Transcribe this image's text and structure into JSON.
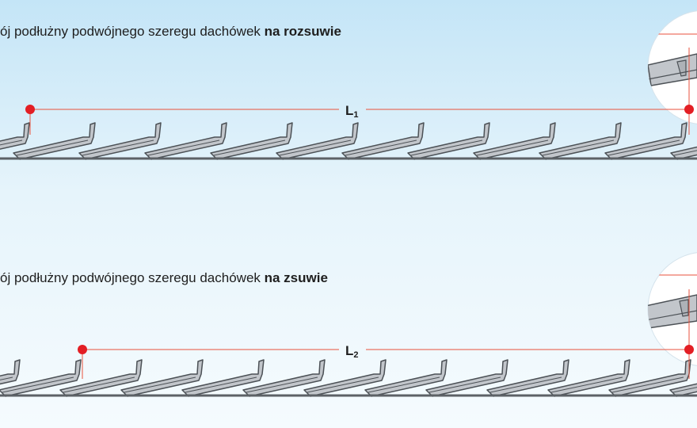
{
  "captions": {
    "top_text": "ój podłużny podwójnego szeregu dachówek ",
    "top_bold": "na rozsuwie",
    "bottom_text": "ój podłużny podwójnego szeregu dachówek ",
    "bottom_bold": "na zsuwie"
  },
  "dimensions": {
    "top": {
      "letter": "L",
      "index": "1"
    },
    "bottom": {
      "letter": "L",
      "index": "2"
    }
  },
  "colors": {
    "dimension_line": "#e8523c",
    "point": "#e31e24",
    "tile_fill": "#c2c6cb",
    "tile_stroke": "#4c5156",
    "batten": "#5c6166"
  }
}
